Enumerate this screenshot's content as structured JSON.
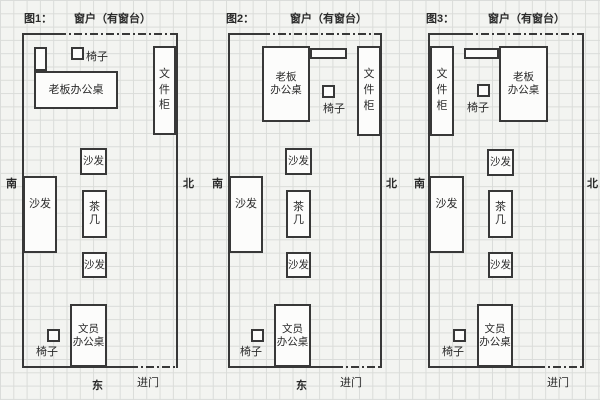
{
  "page": {
    "background_color": "#f3f4f1",
    "grid_color": "#dadcd9",
    "line_color": "#383838",
    "description": "Three office floor-plan diagrams on grid paper"
  },
  "figures": [
    {
      "title": "图1：",
      "window_label": "窗户（有窗台）",
      "compass_left": "南",
      "compass_right": "北",
      "compass_bottom": "东",
      "door_label": "进门",
      "furniture": {
        "boss_desk": "老板办公桌",
        "chair_top": "椅子",
        "file_cabinet": "文件柜",
        "sofa_top": "沙发",
        "sofa_left": "沙发",
        "tea_table": "茶几",
        "sofa_bottom": "沙发",
        "clerk_desk": "文员\n办公桌",
        "chair_bottom": "椅子"
      }
    },
    {
      "title": "图2：",
      "window_label": "窗户（有窗台）",
      "compass_left": "南",
      "compass_right": "北",
      "compass_bottom": "东",
      "door_label": "进门",
      "furniture": {
        "boss_desk": "老板\n办公桌",
        "chair_top": "椅子",
        "file_cabinet": "文件柜",
        "sofa_top": "沙发",
        "sofa_left": "沙发",
        "tea_table": "茶几",
        "sofa_bottom": "沙发",
        "clerk_desk": "文员\n办公桌",
        "chair_bottom": "椅子"
      }
    },
    {
      "title": "图3：",
      "window_label": "窗户（有窗台）",
      "compass_left": "南",
      "compass_right": "北",
      "door_label": "进门",
      "furniture": {
        "boss_desk": "老板\n办公桌",
        "chair_top": "椅子",
        "file_cabinet": "文件柜",
        "sofa_top": "沙发",
        "sofa_left": "沙发",
        "tea_table": "茶几",
        "sofa_bottom": "沙发",
        "clerk_desk": "文员\n办公桌",
        "chair_bottom": "椅子"
      }
    }
  ]
}
